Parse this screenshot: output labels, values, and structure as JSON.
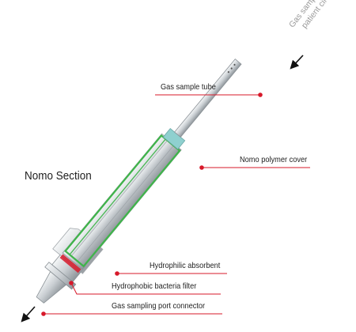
{
  "title": "Nomo Section",
  "flow_note": {
    "line1": "Gas sample from",
    "line2": "patient circuit"
  },
  "callouts": [
    {
      "text": "Gas sample tube"
    },
    {
      "text": "Nomo polymer cover"
    },
    {
      "text": "Hydrophilic absorbent"
    },
    {
      "text": "Hydrophobic bacteria filter"
    },
    {
      "text": "Gas sampling port connector"
    }
  ],
  "colors": {
    "callout_line": "#d7192a",
    "callout_dot": "#d7192a",
    "absorbent": "#3fb54a",
    "tube": "#c8cdd1",
    "cover": "#8fd0cf",
    "arrow": "#111111"
  }
}
